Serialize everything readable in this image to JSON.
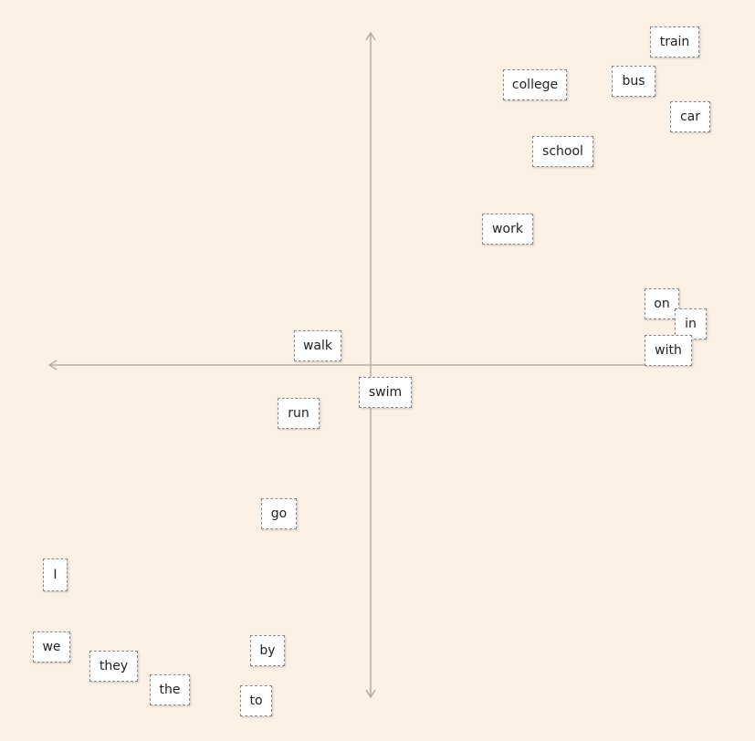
{
  "colors": {
    "background": "#fdf0e5",
    "axis": "#b8ada3",
    "card_background": "#ffffff",
    "card_border": "#8a8a8a"
  },
  "words": [
    {
      "id": "train",
      "text": "train"
    },
    {
      "id": "college",
      "text": "college"
    },
    {
      "id": "bus",
      "text": "bus"
    },
    {
      "id": "car",
      "text": "car"
    },
    {
      "id": "school",
      "text": "school"
    },
    {
      "id": "work",
      "text": "work"
    },
    {
      "id": "on",
      "text": "on"
    },
    {
      "id": "in",
      "text": "in"
    },
    {
      "id": "with",
      "text": "with"
    },
    {
      "id": "walk",
      "text": "walk"
    },
    {
      "id": "swim",
      "text": "swim"
    },
    {
      "id": "run",
      "text": "run"
    },
    {
      "id": "go",
      "text": "go"
    },
    {
      "id": "i",
      "text": "I"
    },
    {
      "id": "we",
      "text": "we"
    },
    {
      "id": "they",
      "text": "they"
    },
    {
      "id": "the",
      "text": "the"
    },
    {
      "id": "by",
      "text": "by"
    },
    {
      "id": "to",
      "text": "to"
    }
  ]
}
